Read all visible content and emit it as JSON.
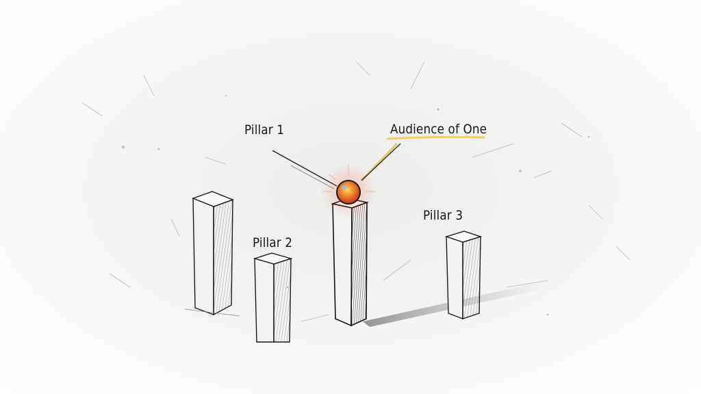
{
  "diagram": {
    "style": "pencil sketch",
    "labels": {
      "pillar1": "Pillar 1",
      "pillar2": "Pillar 2",
      "pillar3": "Pillar 3",
      "focus": "Audience of One"
    },
    "colors": {
      "ink": "#151515",
      "highlight": "#f2c94c",
      "orb": "#e8582a",
      "background": "#f7f7f6"
    },
    "pillars": [
      {
        "name": "Pillar 1",
        "relative_height": "tall"
      },
      {
        "name": "Pillar 2",
        "relative_height": "short"
      },
      {
        "name": "Central pillar",
        "relative_height": "tallest",
        "topped_with": "glowing orb"
      },
      {
        "name": "Pillar 3",
        "relative_height": "medium"
      }
    ]
  }
}
